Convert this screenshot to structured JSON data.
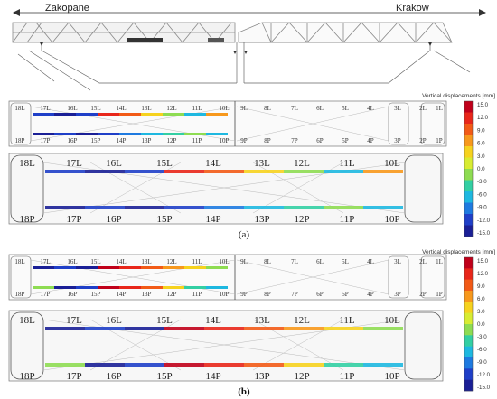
{
  "header": {
    "left_city": "Zakopane",
    "right_city": "Krakow"
  },
  "legend": {
    "title": "Vertical displacements [mm]",
    "ticks": [
      "15.0",
      "12.0",
      "9.0",
      "6.0",
      "3.0",
      "0.0",
      "-3.0",
      "-6.0",
      "-9.0",
      "-12.0",
      "-15.0"
    ],
    "colors": [
      "#c0001a",
      "#e8261a",
      "#f25a16",
      "#f7981c",
      "#f6d21e",
      "#d8ec32",
      "#8edc52",
      "#33cfa3",
      "#1eb8e0",
      "#1e7ae0",
      "#1f3fc8",
      "#1a1f96"
    ]
  },
  "overview_left_labels": [
    "18L",
    "17L",
    "16L",
    "15L",
    "14L",
    "13L",
    "12L",
    "11L",
    "10L"
  ],
  "overview_right_labels": [
    "9L",
    "8L",
    "7L",
    "6L",
    "5L",
    "4L",
    "3L",
    "2L",
    "1L"
  ],
  "overview_left_labels_p": [
    "18P",
    "17P",
    "16P",
    "15P",
    "14P",
    "13P",
    "12P",
    "11P",
    "10P"
  ],
  "overview_right_labels_p": [
    "9P",
    "8P",
    "7P",
    "6P",
    "5P",
    "4P",
    "3P",
    "2P",
    "1P"
  ],
  "zoom_top_labels": [
    "18L",
    "17L",
    "16L",
    "15L",
    "14L",
    "13L",
    "12L",
    "11L",
    "10L"
  ],
  "zoom_bottom_labels": [
    "18P",
    "17P",
    "16P",
    "15P",
    "14P",
    "13P",
    "12P",
    "11P",
    "10P"
  ],
  "panels": {
    "a": "(a)",
    "b": "(b)"
  },
  "displacement_colors": {
    "a_top": [
      "#1f3fc8",
      "#1a1f96",
      "#1f3fc8",
      "#e8261a",
      "#f25a16",
      "#f6d21e",
      "#8edc52",
      "#1eb8e0",
      "#f7981c"
    ],
    "a_bottom": [
      "#1a1f96",
      "#1f3fc8",
      "#1a1f96",
      "#1f3fc8",
      "#1e7ae0",
      "#1eb8e0",
      "#33cfa3",
      "#8edc52",
      "#1eb8e0"
    ],
    "b_top": [
      "#1a1f96",
      "#1f3fc8",
      "#1a1f96",
      "#c0001a",
      "#e8261a",
      "#f25a16",
      "#f7981c",
      "#f6d21e",
      "#8edc52"
    ],
    "b_bottom": [
      "#8edc52",
      "#1a1f96",
      "#1f3fc8",
      "#c0001a",
      "#e8261a",
      "#f25a16",
      "#f6d21e",
      "#33cfa3",
      "#1eb8e0"
    ]
  }
}
